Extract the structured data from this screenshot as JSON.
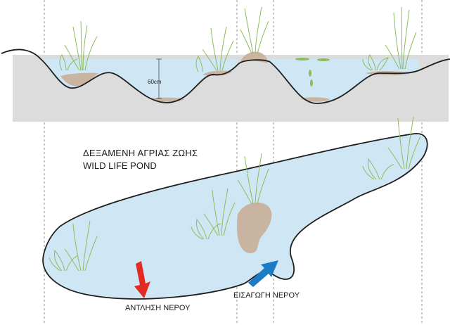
{
  "titles": {
    "greek": "ΔΕΞΑΜΕΝΗ ΑΓΡΙΑΣ ΖΩΗΣ",
    "english": "WILD LIFE POND"
  },
  "section": {
    "depth_label": "60cm"
  },
  "arrows": {
    "pump_label": "ΑΝΤΛΗΣΗ ΝΕΡΟΥ",
    "intake_label": "ΕΙΣΑΓΩΓΗ ΝΕΡΟΥ"
  },
  "colors": {
    "ground": "#dcdcdc",
    "water": "#cfe6f4",
    "sediment": "#c9b3a1",
    "outline": "#1e1e1e",
    "pump_arrow": "#e32b22",
    "intake_arrow": "#1b7bc4",
    "plant": "#8bbd5a"
  },
  "icons": {
    "plant": "reed-plant-icon",
    "rock": "rock-island-icon"
  }
}
